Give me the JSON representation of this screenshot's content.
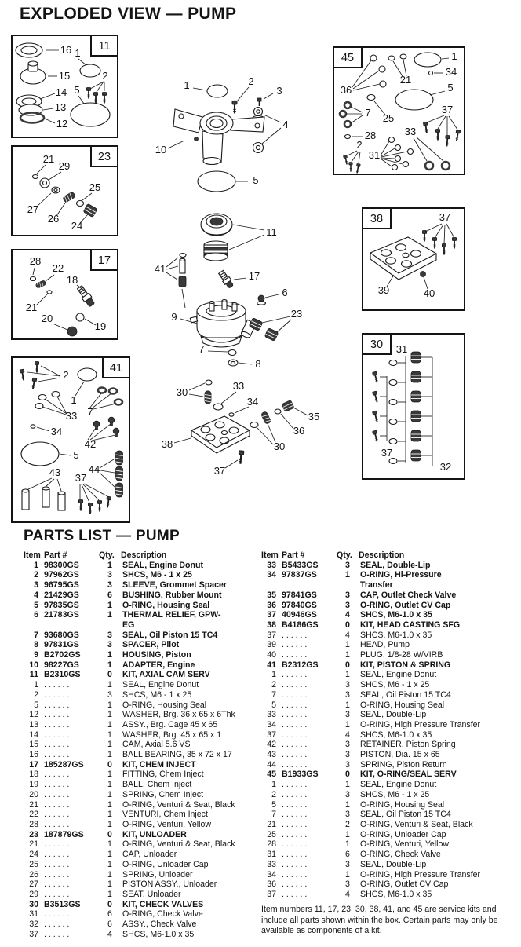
{
  "title": "EXPLODED VIEW — PUMP",
  "labels": {
    "n1": "1",
    "n2": "2",
    "n3": "3",
    "n4": "4",
    "n5": "5",
    "n6": "6",
    "n7": "7",
    "n8": "8",
    "n9": "9",
    "n10": "10",
    "n11": "11",
    "n12": "12",
    "n13": "13",
    "n14": "14",
    "n15": "15",
    "n16": "16",
    "n17": "17",
    "n18": "18",
    "n19": "19",
    "n20": "20",
    "n21": "21",
    "n22": "22",
    "n23": "23",
    "n24": "24",
    "n25": "25",
    "n26": "26",
    "n27": "27",
    "n28": "28",
    "n29": "29",
    "n30": "30",
    "n31": "31",
    "n32": "32",
    "n33": "33",
    "n34": "34",
    "n35": "35",
    "n36": "36",
    "n37": "37",
    "n38": "38",
    "n39": "39",
    "n40": "40",
    "n41": "41",
    "n42": "42",
    "n43": "43",
    "n44": "44",
    "n45": "45"
  },
  "parts_list": {
    "heading": "PARTS LIST — PUMP",
    "columns": [
      "Item",
      "Part #",
      "Qty.",
      "Description"
    ],
    "left_rows": [
      {
        "item": "1",
        "part": "98300GS",
        "qty": "1",
        "desc": "SEAL, Engine Donut",
        "bold": true
      },
      {
        "item": "2",
        "part": "97962GS",
        "qty": "3",
        "desc": "SHCS, M6 - 1 x 25",
        "bold": true
      },
      {
        "item": "3",
        "part": "96795GS",
        "qty": "3",
        "desc": "SLEEVE, Grommet Spacer",
        "bold": true
      },
      {
        "item": "4",
        "part": "21429GS",
        "qty": "6",
        "desc": "BUSHING, Rubber Mount",
        "bold": true
      },
      {
        "item": "5",
        "part": "97835GS",
        "qty": "1",
        "desc": "O-RING, Housing Seal",
        "bold": true
      },
      {
        "item": "6",
        "part": "21783GS",
        "qty": "1",
        "desc": "THERMAL RELIEF, GPW-\nEG",
        "bold": true
      },
      {
        "item": "7",
        "part": "93680GS",
        "qty": "3",
        "desc": "SEAL, Oil Piston 15 TC4",
        "bold": true
      },
      {
        "item": "8",
        "part": "97831GS",
        "qty": "3",
        "desc": "SPACER, Pilot",
        "bold": true
      },
      {
        "item": "9",
        "part": "B2702GS",
        "qty": "1",
        "desc": "HOUSING, Piston",
        "bold": true
      },
      {
        "item": "10",
        "part": "98227GS",
        "qty": "1",
        "desc": "ADAPTER, Engine",
        "bold": true
      },
      {
        "item": "11",
        "part": "B2310GS",
        "qty": "0",
        "desc": "KIT, AXIAL CAM SERV",
        "bold": true
      },
      {
        "item": "1",
        "part": ". . . . . .",
        "qty": "1",
        "desc": "SEAL, Engine Donut"
      },
      {
        "item": "2",
        "part": ". . . . . .",
        "qty": "3",
        "desc": "SHCS, M6 - 1 x 25"
      },
      {
        "item": "5",
        "part": ". . . . . .",
        "qty": "1",
        "desc": "O-RING, Housing Seal"
      },
      {
        "item": "12",
        "part": ". . . . . .",
        "qty": "1",
        "desc": "WASHER, Brg. 36 x 65 x 6Thk"
      },
      {
        "item": "13",
        "part": ". . . . . .",
        "qty": "1",
        "desc": "ASSY., Brg. Cage 45 x 65"
      },
      {
        "item": "14",
        "part": ". . . . . .",
        "qty": "1",
        "desc": "WASHER, Brg. 45 x 65 x 1"
      },
      {
        "item": "15",
        "part": ". . . . . .",
        "qty": "1",
        "desc": "CAM, Axial 5.6 VS"
      },
      {
        "item": "16",
        "part": ". . . . . .",
        "qty": "1",
        "desc": "BALL BEARING, 35 x 72 x 17"
      },
      {
        "item": "17",
        "part": "185287GS",
        "qty": "0",
        "desc": "KIT, CHEM INJECT",
        "bold": true
      },
      {
        "item": "18",
        "part": ". . . . . .",
        "qty": "1",
        "desc": "FITTING, Chem Inject"
      },
      {
        "item": "19",
        "part": ". . . . . .",
        "qty": "1",
        "desc": "BALL, Chem Inject"
      },
      {
        "item": "20",
        "part": ". . . . . .",
        "qty": "1",
        "desc": "SPRING, Chem Inject"
      },
      {
        "item": "21",
        "part": ". . . . . .",
        "qty": "1",
        "desc": "O-RING, Venturi & Seat, Black"
      },
      {
        "item": "22",
        "part": ". . . . . .",
        "qty": "1",
        "desc": "VENTURI, Chem Inject"
      },
      {
        "item": "28",
        "part": ". . . . . .",
        "qty": "1",
        "desc": "O-RING, Venturi, Yellow"
      },
      {
        "item": "23",
        "part": "187879GS",
        "qty": "0",
        "desc": "KIT, UNLOADER",
        "bold": true
      },
      {
        "item": "21",
        "part": ". . . . . .",
        "qty": "1",
        "desc": "O-RING, Venturi & Seat, Black"
      },
      {
        "item": "24",
        "part": ". . . . . .",
        "qty": "1",
        "desc": "CAP, Unloader"
      },
      {
        "item": "25",
        "part": ". . . . . .",
        "qty": "1",
        "desc": "O-RING, Unloader Cap"
      },
      {
        "item": "26",
        "part": ". . . . . .",
        "qty": "1",
        "desc": "SPRING, Unloader"
      },
      {
        "item": "27",
        "part": ". . . . . .",
        "qty": "1",
        "desc": "PISTON ASSY., Unloader"
      },
      {
        "item": "29",
        "part": ". . . . . .",
        "qty": "1",
        "desc": "SEAT, Unloader"
      },
      {
        "item": "30",
        "part": "B3513GS",
        "qty": "0",
        "desc": "KIT, CHECK VALVES",
        "bold": true
      },
      {
        "item": "31",
        "part": ". . . . . .",
        "qty": "6",
        "desc": "O-RING, Check Valve"
      },
      {
        "item": "32",
        "part": ". . . . . .",
        "qty": "6",
        "desc": "ASSY., Check Valve"
      },
      {
        "item": "37",
        "part": ". . . . . .",
        "qty": "4",
        "desc": "SHCS, M6-1.0 x 35"
      }
    ],
    "right_rows": [
      {
        "item": "33",
        "part": "B5433GS",
        "qty": "3",
        "desc": "SEAL, Double-Lip",
        "bold": true
      },
      {
        "item": "34",
        "part": "97837GS",
        "qty": "1",
        "desc": "O-RING, Hi-Pressure\nTransfer",
        "bold": true
      },
      {
        "item": "35",
        "part": "97841GS",
        "qty": "3",
        "desc": "CAP, Outlet Check Valve",
        "bold": true
      },
      {
        "item": "36",
        "part": "97840GS",
        "qty": "3",
        "desc": "O-RING, Outlet CV Cap",
        "bold": true
      },
      {
        "item": "37",
        "part": "40946GS",
        "qty": "4",
        "desc": "SHCS, M6-1.0 x 35",
        "bold": true
      },
      {
        "item": "38",
        "part": "B4186GS",
        "qty": "0",
        "desc": "KIT, HEAD CASTING SFG",
        "bold": true
      },
      {
        "item": "37",
        "part": ". . . . . .",
        "qty": "4",
        "desc": "SHCS, M6-1.0 x 35"
      },
      {
        "item": "39",
        "part": ". . . . . .",
        "qty": "1",
        "desc": "HEAD, Pump"
      },
      {
        "item": "40",
        "part": ". . . . . .",
        "qty": "1",
        "desc": "PLUG, 1/8-28 W/VIRB"
      },
      {
        "item": "41",
        "part": "B2312GS",
        "qty": "0",
        "desc": "KIT, PISTON & SPRING",
        "bold": true
      },
      {
        "item": "1",
        "part": ". . . . . .",
        "qty": "1",
        "desc": "SEAL, Engine Donut"
      },
      {
        "item": "2",
        "part": ". . . . . .",
        "qty": "3",
        "desc": "SHCS, M6 - 1 x 25"
      },
      {
        "item": "7",
        "part": ". . . . . .",
        "qty": "3",
        "desc": "SEAL, Oil Piston 15 TC4"
      },
      {
        "item": "5",
        "part": ". . . . . .",
        "qty": "1",
        "desc": "O-RING, Housing Seal"
      },
      {
        "item": "33",
        "part": ". . . . . .",
        "qty": "3",
        "desc": "SEAL, Double-Lip"
      },
      {
        "item": "34",
        "part": ". . . . . .",
        "qty": "1",
        "desc": "O-RING, High Pressure Transfer"
      },
      {
        "item": "37",
        "part": ". . . . . .",
        "qty": "4",
        "desc": "SHCS, M6-1.0 x 35"
      },
      {
        "item": "42",
        "part": ". . . . . .",
        "qty": "3",
        "desc": "RETAINER, Piston Spring"
      },
      {
        "item": "43",
        "part": ". . . . . .",
        "qty": "3",
        "desc": "PISTON, Dia. 15 x 65"
      },
      {
        "item": "44",
        "part": ". . . . . .",
        "qty": "3",
        "desc": "SPRING, Piston Return"
      },
      {
        "item": "45",
        "part": "B1933GS",
        "qty": "0",
        "desc": "KIT, O-RING/SEAL SERV",
        "bold": true
      },
      {
        "item": "1",
        "part": ". . . . . .",
        "qty": "1",
        "desc": "SEAL, Engine Donut"
      },
      {
        "item": "2",
        "part": ". . . . . .",
        "qty": "3",
        "desc": "SHCS, M6 - 1 x 25"
      },
      {
        "item": "5",
        "part": ". . . . . .",
        "qty": "1",
        "desc": "O-RING, Housing Seal"
      },
      {
        "item": "7",
        "part": ". . . . . .",
        "qty": "3",
        "desc": "SEAL, Oil Piston 15 TC4"
      },
      {
        "item": "21",
        "part": ". . . . . .",
        "qty": "2",
        "desc": "O-RING, Venturi & Seat, Black"
      },
      {
        "item": "25",
        "part": ". . . . . .",
        "qty": "1",
        "desc": "O-RING, Unloader Cap"
      },
      {
        "item": "28",
        "part": ". . . . . .",
        "qty": "1",
        "desc": "O-RING, Venturi, Yellow"
      },
      {
        "item": "31",
        "part": ". . . . . .",
        "qty": "6",
        "desc": "O-RING, Check Valve"
      },
      {
        "item": "33",
        "part": ". . . . . .",
        "qty": "3",
        "desc": "SEAL, Double-Lip"
      },
      {
        "item": "34",
        "part": ". . . . . .",
        "qty": "1",
        "desc": "O-RING, High Pressure Transfer"
      },
      {
        "item": "36",
        "part": ". . . . . .",
        "qty": "3",
        "desc": "O-RING, Outlet CV Cap"
      },
      {
        "item": "37",
        "part": ". . . . . .",
        "qty": "4",
        "desc": "SHCS, M6-1.0 x 35"
      }
    ],
    "note": "Item numbers 11, 17, 23, 30, 38, 41, and 45 are service kits and include all parts shown within the box. Certain parts may only be available as components of a kit."
  }
}
